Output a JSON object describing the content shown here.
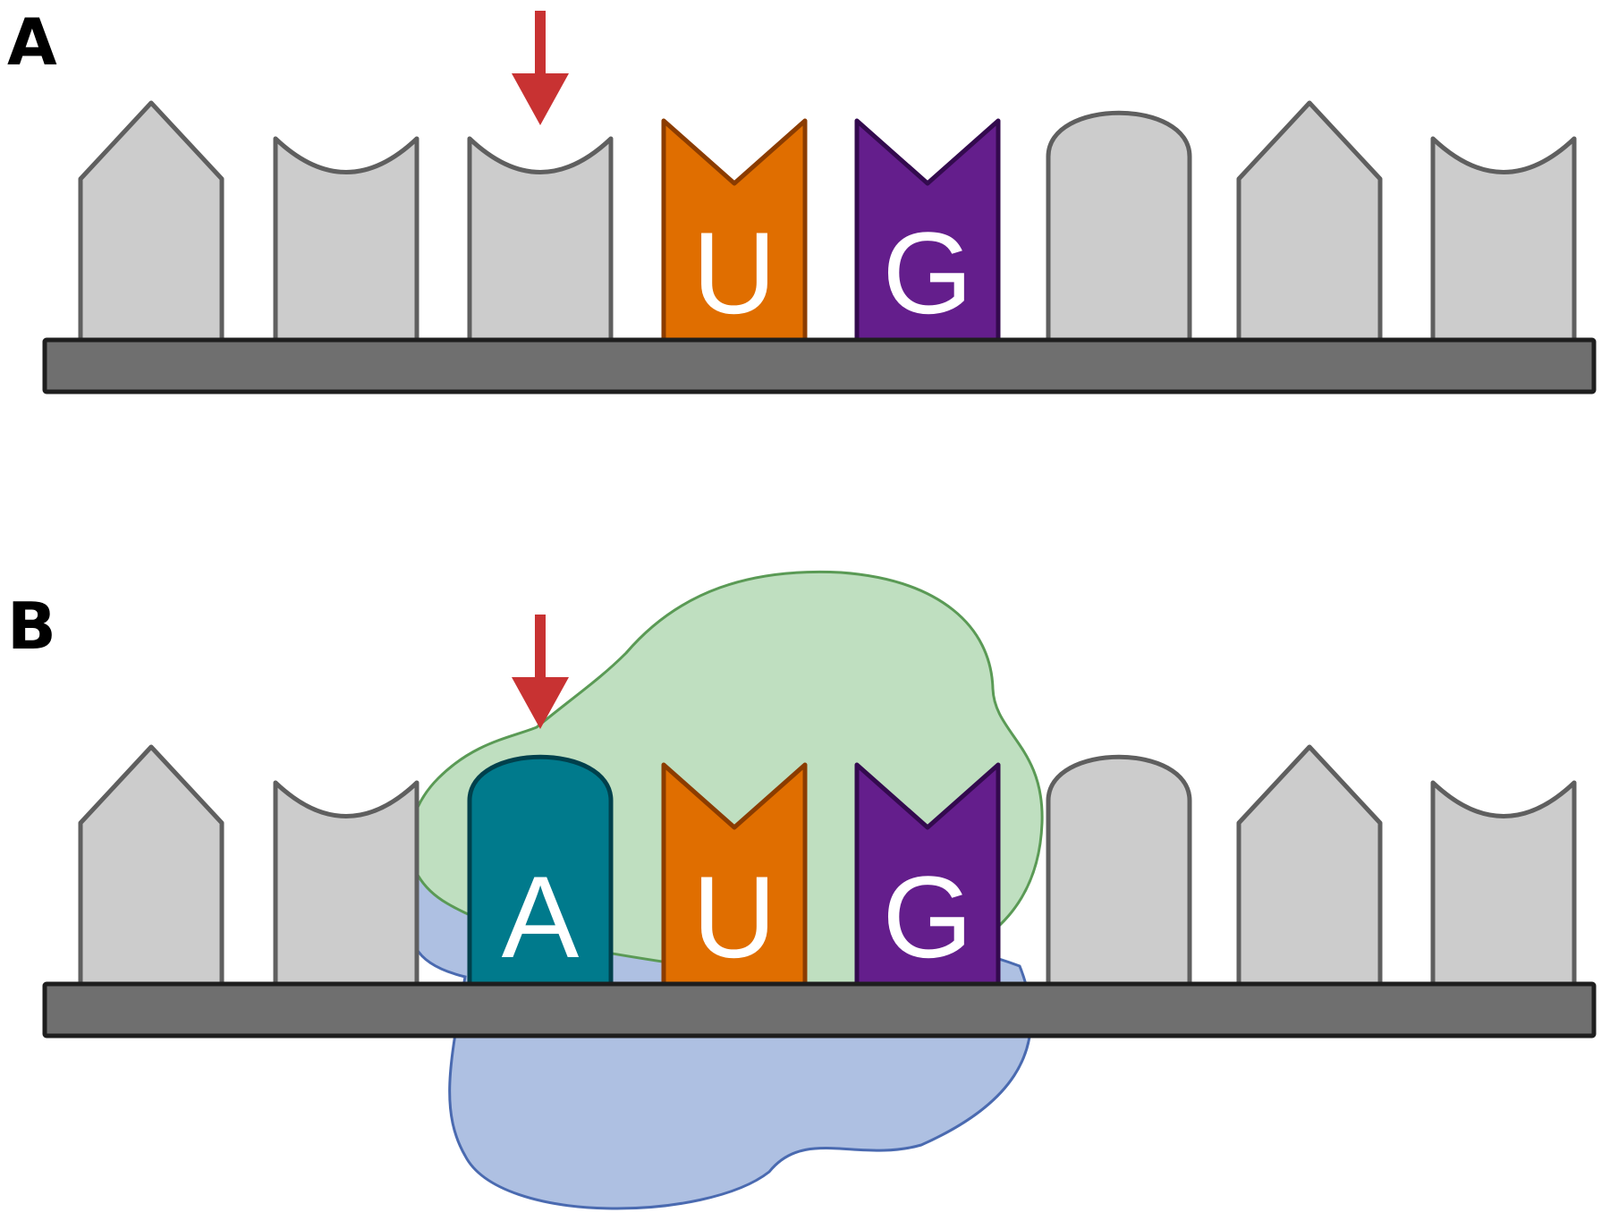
{
  "panels": [
    {
      "id": "A",
      "label": "A",
      "shapes": [
        "point",
        "cup",
        "cup",
        "notch",
        "notch",
        "dome",
        "point",
        "cup"
      ],
      "bases": [
        {
          "slot": 3,
          "letter": "U",
          "color": "#e06e00",
          "stroke": "#8b3c00"
        },
        {
          "slot": 4,
          "letter": "G",
          "color": "#641e8c",
          "stroke": "#330a4e"
        }
      ],
      "arrow_slot": 2,
      "complex": false
    },
    {
      "id": "B",
      "label": "B",
      "shapes": [
        "point",
        "cup",
        "dome",
        "notch",
        "notch",
        "dome",
        "point",
        "cup"
      ],
      "bases": [
        {
          "slot": 2,
          "letter": "A",
          "color": "#007a8c",
          "stroke": "#00404c"
        },
        {
          "slot": 3,
          "letter": "U",
          "color": "#e06e00",
          "stroke": "#8b3c00"
        },
        {
          "slot": 4,
          "letter": "G",
          "color": "#641e8c",
          "stroke": "#330a4e"
        }
      ],
      "arrow_slot": 2,
      "complex": true
    }
  ],
  "colors": {
    "nucleotide_fill": "#cccccc",
    "nucleotide_stroke": "#5f5f5f",
    "backbone_fill": "#6f6f6f",
    "backbone_stroke": "#1e1e1e",
    "arrow": "#c83232",
    "large_subunit_fill": "#bfdfc0",
    "large_subunit_stroke": "#5a9a55",
    "small_subunit_fill": "#aec0e2",
    "small_subunit_stroke": "#4a6ab0"
  }
}
